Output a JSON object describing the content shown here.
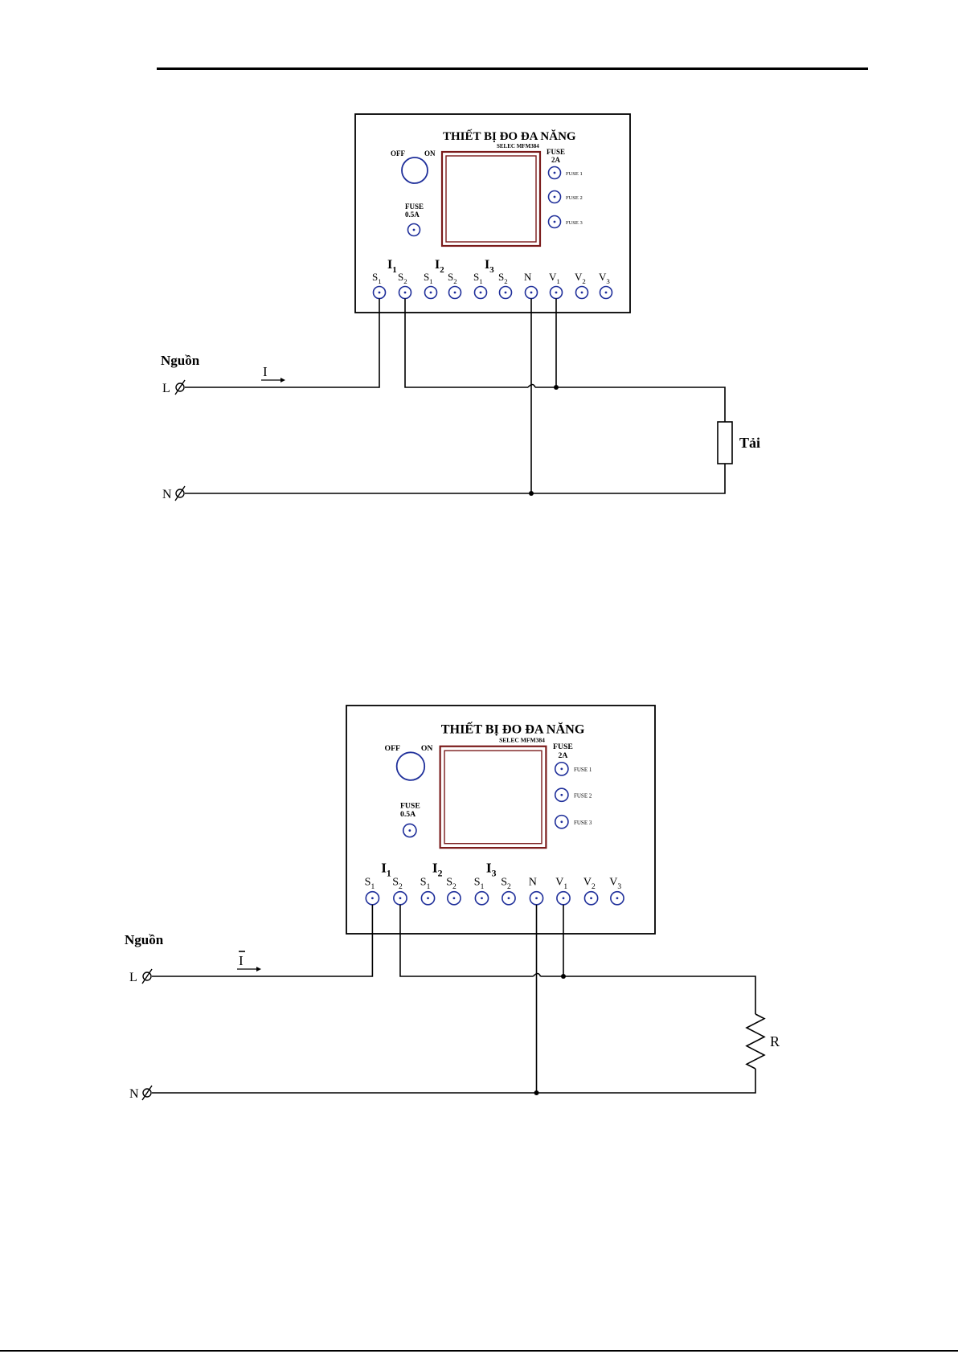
{
  "diagrams": [
    {
      "device": {
        "title": "THIẾT BỊ ĐO ĐA NĂNG",
        "model": "SELEC MFM384",
        "switch_off": "OFF",
        "switch_on": "ON",
        "fuse_main_label": "FUSE",
        "fuse_main_rating": "0.5A",
        "fuse_bank_label": "FUSE",
        "fuse_bank_rating": "2A",
        "fuse_items": [
          "FUSE 1",
          "FUSE 2",
          "FUSE 3"
        ],
        "groups": [
          {
            "letter": "I",
            "sub": "1"
          },
          {
            "letter": "I",
            "sub": "2"
          },
          {
            "letter": "I",
            "sub": "3"
          }
        ],
        "terminals": [
          {
            "letter": "S",
            "sub": "1"
          },
          {
            "letter": "S",
            "sub": "2"
          },
          {
            "letter": "S",
            "sub": "1"
          },
          {
            "letter": "S",
            "sub": "2"
          },
          {
            "letter": "S",
            "sub": "1"
          },
          {
            "letter": "S",
            "sub": "2"
          },
          {
            "letter": "N",
            "sub": ""
          },
          {
            "letter": "V",
            "sub": "1"
          },
          {
            "letter": "V",
            "sub": "2"
          },
          {
            "letter": "V",
            "sub": "3"
          }
        ]
      },
      "source_label": "Nguồn",
      "line_label": "L",
      "neutral_label": "N",
      "current_label": "I",
      "load_label": "Tải",
      "load_type": "rectangle-box-icon"
    },
    {
      "device": {
        "title": "THIẾT BỊ ĐO ĐA NĂNG",
        "model": "SELEC MFM384",
        "switch_off": "OFF",
        "switch_on": "ON",
        "fuse_main_label": "FUSE",
        "fuse_main_rating": "0.5A",
        "fuse_bank_label": "FUSE",
        "fuse_bank_rating": "2A",
        "fuse_items": [
          "FUSE 1",
          "FUSE 2",
          "FUSE 3"
        ],
        "groups": [
          {
            "letter": "I",
            "sub": "1"
          },
          {
            "letter": "I",
            "sub": "2"
          },
          {
            "letter": "I",
            "sub": "3"
          }
        ],
        "terminals": [
          {
            "letter": "S",
            "sub": "1"
          },
          {
            "letter": "S",
            "sub": "2"
          },
          {
            "letter": "S",
            "sub": "1"
          },
          {
            "letter": "S",
            "sub": "2"
          },
          {
            "letter": "S",
            "sub": "1"
          },
          {
            "letter": "S",
            "sub": "2"
          },
          {
            "letter": "N",
            "sub": ""
          },
          {
            "letter": "V",
            "sub": "1"
          },
          {
            "letter": "V",
            "sub": "2"
          },
          {
            "letter": "V",
            "sub": "3"
          }
        ]
      },
      "source_label": "Nguồn",
      "line_label": "L",
      "neutral_label": "N",
      "current_label": "I",
      "load_label": "R",
      "load_type": "resistor-zigzag-icon"
    }
  ],
  "colors": {
    "ink": "#000000",
    "terminal": "#1f2f9a",
    "display_frame": "#7a1a1a"
  }
}
